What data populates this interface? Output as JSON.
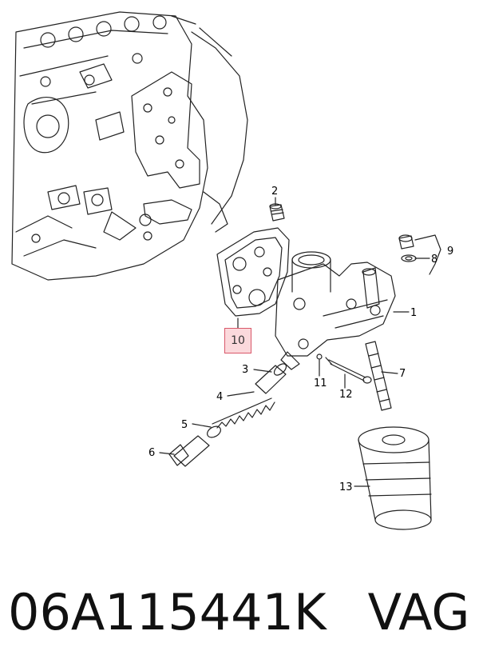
{
  "diagram": {
    "callouts": [
      {
        "id": "1",
        "label": "1"
      },
      {
        "id": "2",
        "label": "2"
      },
      {
        "id": "3",
        "label": "3"
      },
      {
        "id": "4",
        "label": "4"
      },
      {
        "id": "5",
        "label": "5"
      },
      {
        "id": "6",
        "label": "6"
      },
      {
        "id": "7",
        "label": "7"
      },
      {
        "id": "8",
        "label": "8"
      },
      {
        "id": "9",
        "label": "9"
      },
      {
        "id": "10",
        "label": "10",
        "highlighted": true
      },
      {
        "id": "11",
        "label": "11"
      },
      {
        "id": "12",
        "label": "12"
      },
      {
        "id": "13",
        "label": "13"
      }
    ],
    "highlight_color": "#fbd9dc",
    "highlight_border": "#d9586a"
  },
  "caption": {
    "part_number": "06A115441K",
    "brand": "VAG"
  }
}
